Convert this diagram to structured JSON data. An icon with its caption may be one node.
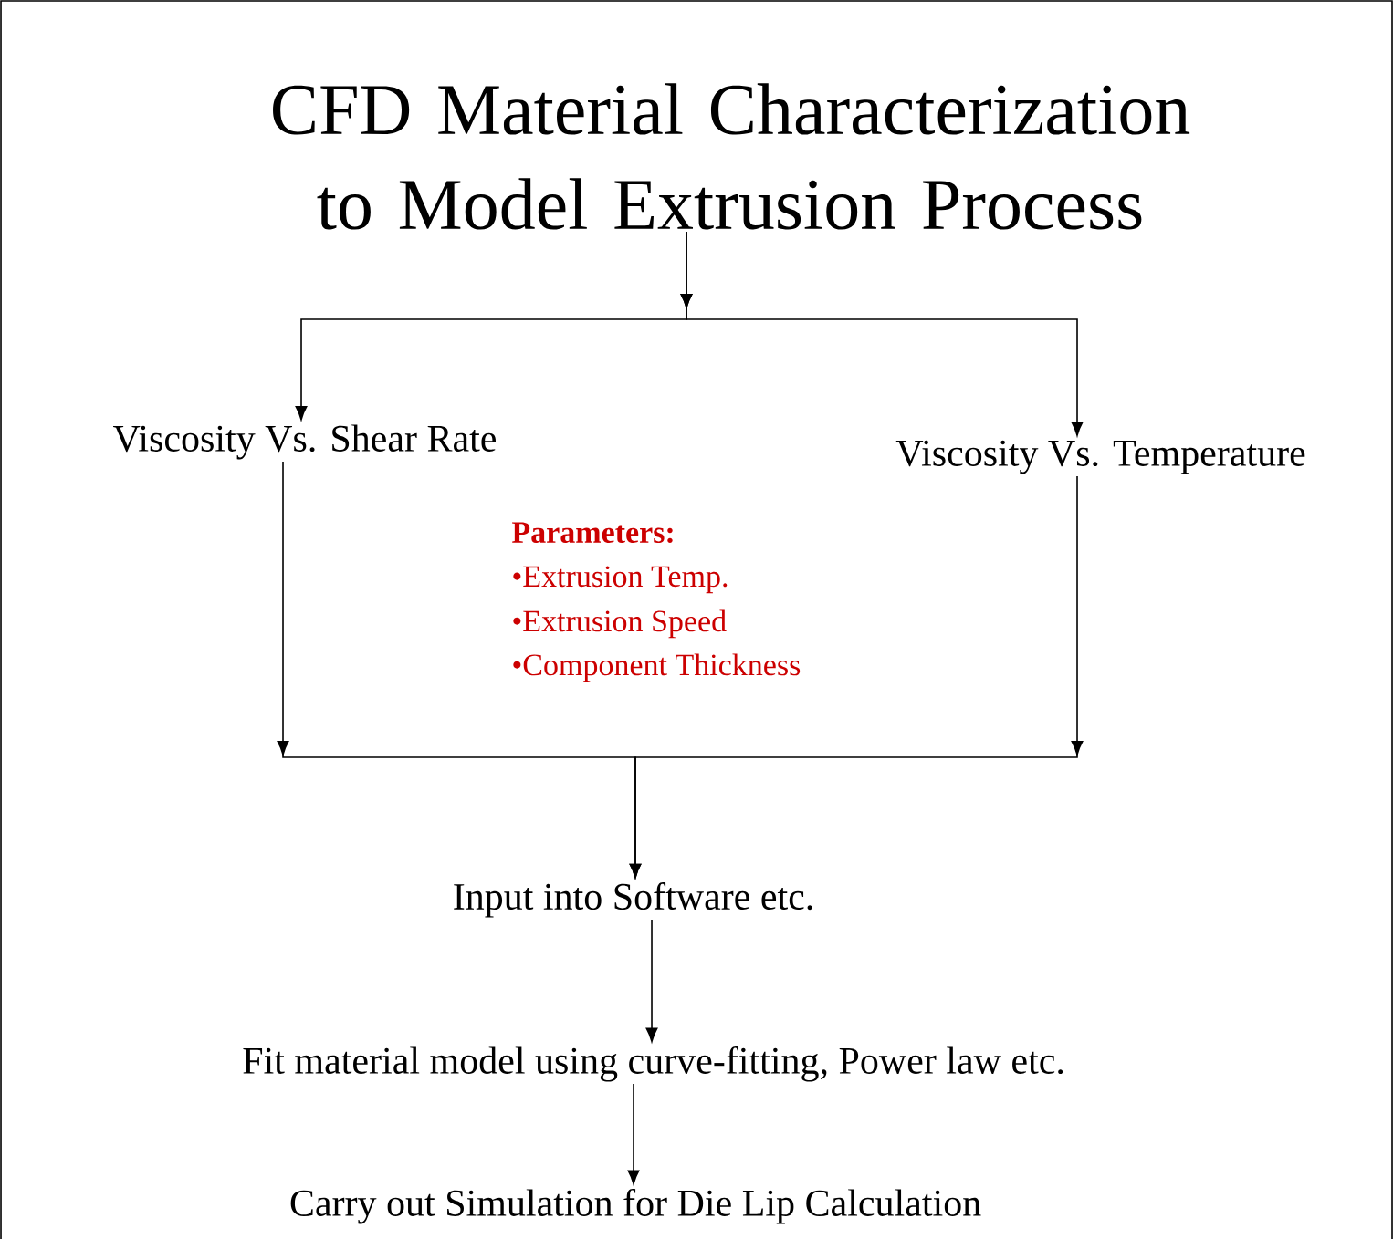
{
  "diagram": {
    "nodes": [
      {
        "text": [
          "CFD Material Characterization to Model Extrusion Process"
        ]
      },
      {
        "text": [
          "Viscosity Vs. Shear Rate"
        ]
      },
      {
        "text": [
          "Viscosity Vs. Temperature"
        ]
      },
      {
        "text": [
          "Input into Software etc."
        ]
      },
      {
        "text": [
          "Fit material model using curve-fitting, Power law etc."
        ]
      },
      {
        "text": [
          "Carry out Simulation for Die Lip Calculation"
        ]
      }
    ],
    "edges": [
      {
        "from": 0,
        "to": 1,
        "arrow": "to"
      },
      {
        "from": 0,
        "to": 2,
        "arrow": "to"
      },
      {
        "from": 1,
        "to": 3,
        "arrow": "to"
      },
      {
        "from": 2,
        "to": 3,
        "arrow": "to"
      },
      {
        "from": 3,
        "to": 4,
        "arrow": "to"
      },
      {
        "from": 4,
        "to": 5,
        "arrow": "to"
      }
    ],
    "labels": [
      "Parameters:",
      "•Extrusion Temp.",
      "•Extrusion Speed",
      "•Component Thickness"
    ]
  }
}
